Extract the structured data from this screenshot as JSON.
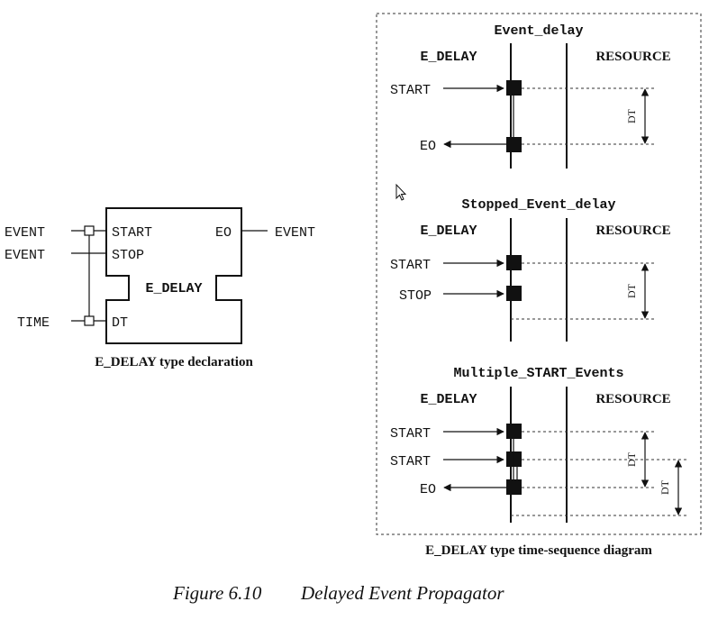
{
  "block": {
    "name": "E_DELAY",
    "input_events": [
      {
        "type": "EVENT",
        "port": "START"
      },
      {
        "type": "EVENT",
        "port": "STOP"
      }
    ],
    "output_event": {
      "port": "EO",
      "type": "EVENT"
    },
    "input_data": {
      "type": "TIME",
      "port": "DT"
    },
    "caption": "E_DELAY type declaration"
  },
  "sequence": {
    "left_label": "E_DELAY",
    "right_label": "RESOURCE",
    "dt_label": "DT",
    "caption": "E_DELAY type time-sequence diagram",
    "panels": [
      {
        "title": "Event_delay",
        "in_labels": [
          "START"
        ],
        "out_label": "EO"
      },
      {
        "title": "Stopped_Event_delay",
        "in_labels": [
          "START",
          "STOP"
        ]
      },
      {
        "title": "Multiple_START_Events",
        "in_labels": [
          "START",
          "START"
        ],
        "out_label": "EO"
      }
    ]
  },
  "figure": {
    "number": "Figure 6.10",
    "title": "Delayed Event Propagator"
  }
}
